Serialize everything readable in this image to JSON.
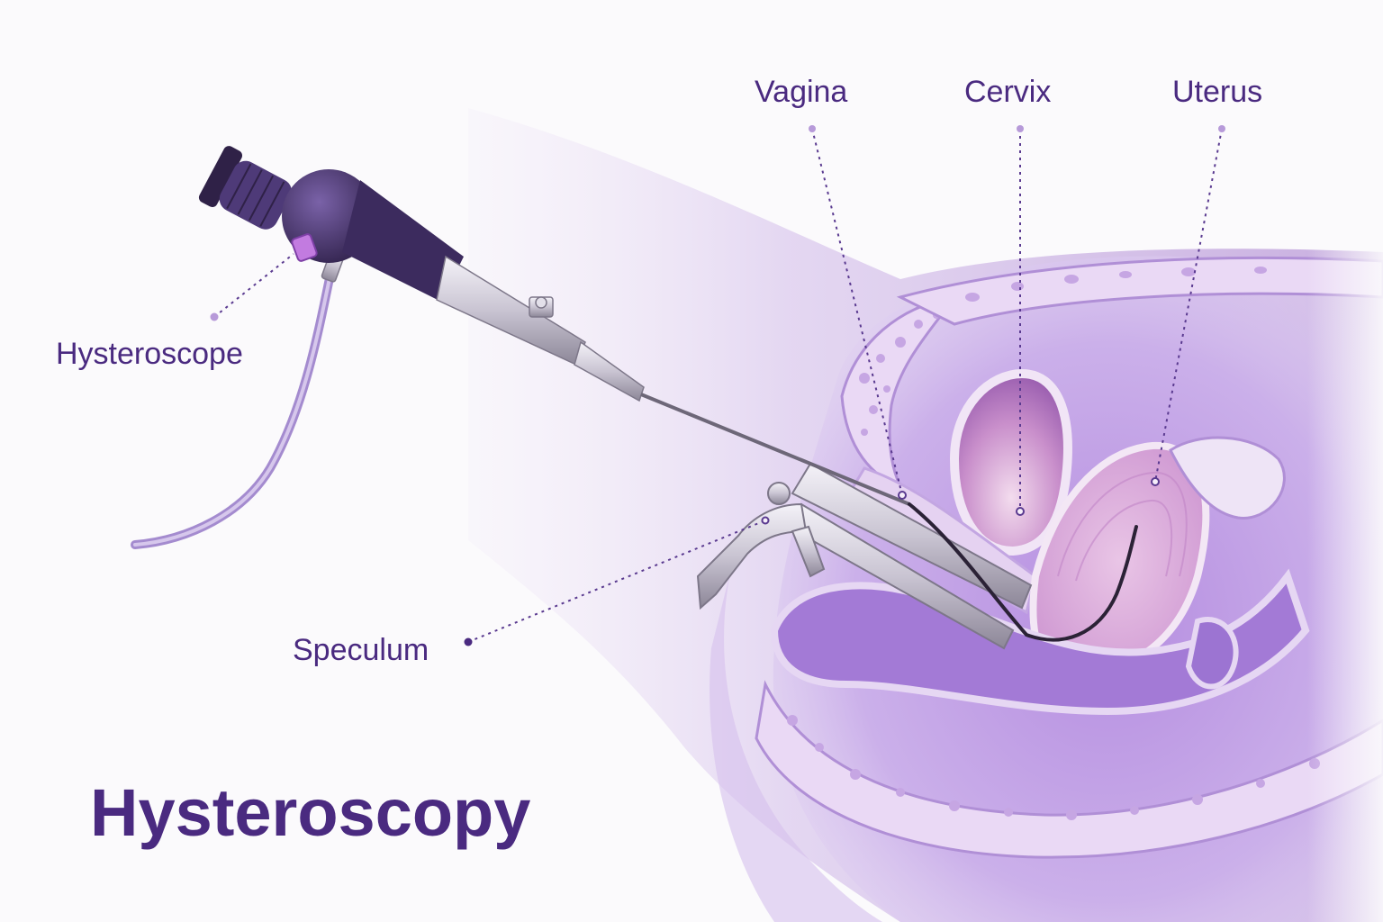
{
  "labels": {
    "vagina": "Vagina",
    "cervix": "Cervix",
    "uterus": "Uterus",
    "hysteroscope": "Hysteroscope",
    "speculum": "Speculum"
  },
  "title": "Hysteroscopy",
  "colors": {
    "label_text": "#4a2a80",
    "leader_line": "#5a3a90",
    "tissue_light": "#e8dcf3",
    "tissue_mid": "#c9aee6",
    "tissue_dark": "#9b74cf",
    "uterus_pink": "#d9a6d6",
    "scope_body": "#4e3a78",
    "instrument_metal": "#c9c4d2"
  }
}
